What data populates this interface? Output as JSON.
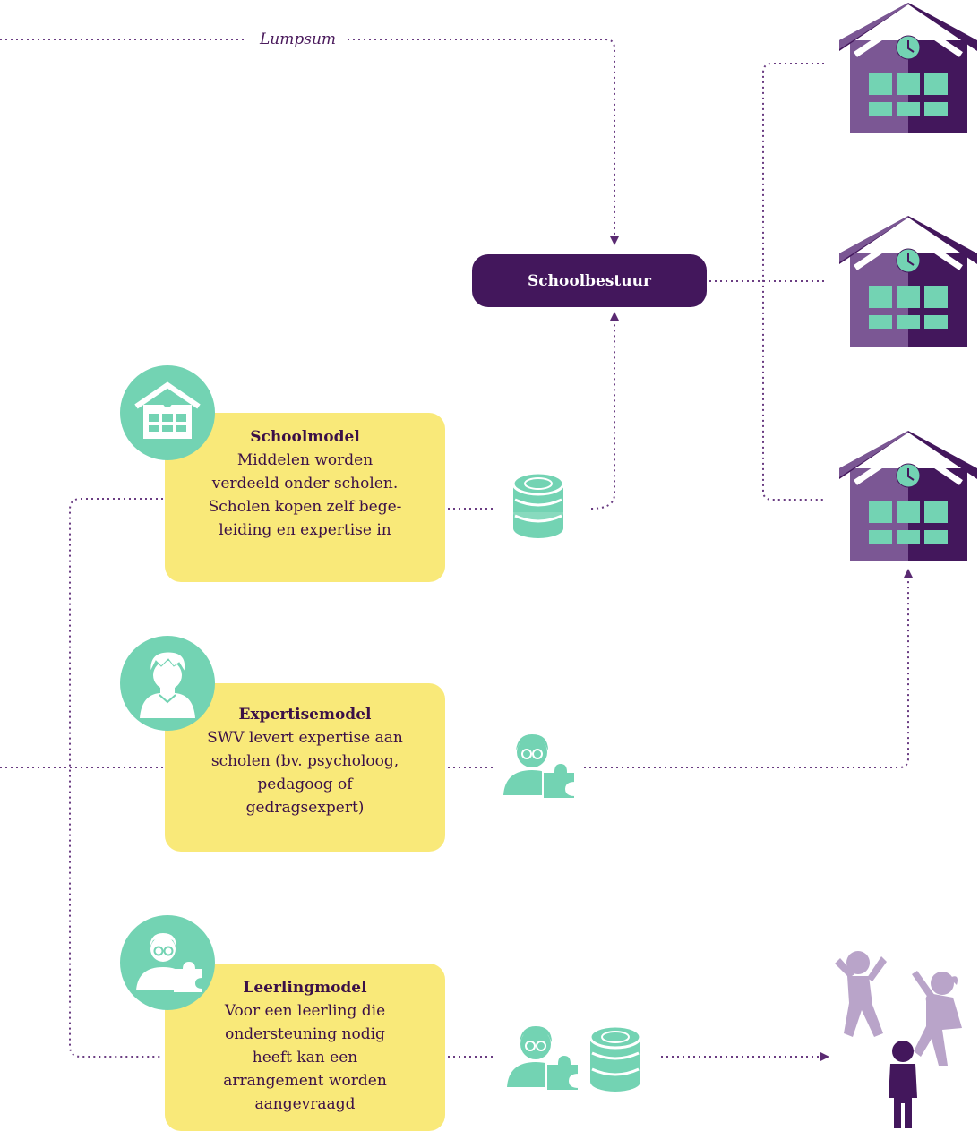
{
  "lumpsum_label": "Lumpsum",
  "schoolbestuur_label": "Schoolbestuur",
  "models": [
    {
      "title": "Schoolmodel",
      "description": "Middelen worden\nverdeeld onder scholen.\nScholen kopen zelf bege-\nleiding en expertise in",
      "icon": "school-icon"
    },
    {
      "title": "Expertisemodel",
      "description": "SWV levert expertise aan\nscholen (bv. psycholoog,\npedagoog of\ngedragsexpert)",
      "icon": "person-icon"
    },
    {
      "title": "Leerlingmodel",
      "description": "Voor een leerling die\nondersteuning nodig\nheeft kan een\narrangement worden\naangevraagd",
      "icon": "expert-puzzle-icon"
    }
  ],
  "colors": {
    "purple_dark": "#43175c",
    "purple_light": "#7b5794",
    "mint": "#73d3b3",
    "yellow": "#f9e979",
    "lilac": "#b9a4c9"
  }
}
